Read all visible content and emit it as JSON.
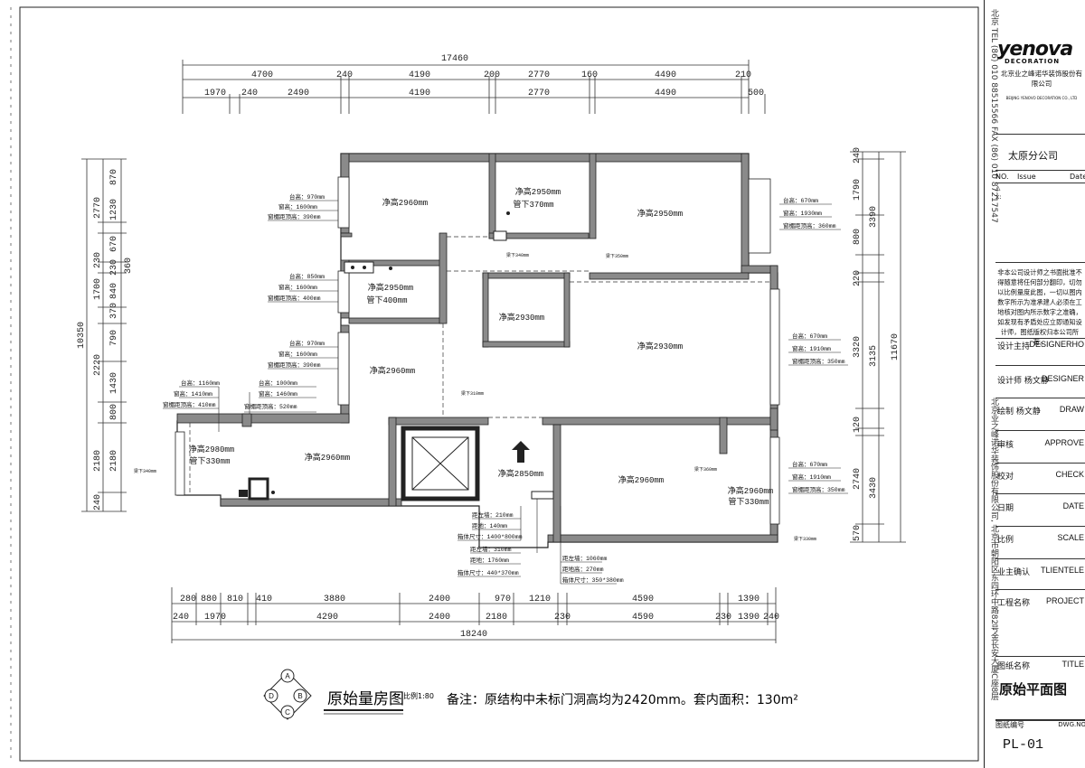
{
  "drawing": {
    "title": "原始量房图",
    "scale": "比例1:80",
    "note": "备注：原结构中未标门洞高均为2420mm。套内面积：130m²",
    "compass": [
      "A",
      "B",
      "C",
      "D"
    ]
  },
  "dimensions": {
    "top_total": "17460",
    "top_row1": [
      "4700",
      "240",
      "4190",
      "200",
      "2770",
      "160",
      "4490",
      "210"
    ],
    "top_row2": [
      "1970",
      "240",
      "2490",
      "4190",
      "2770",
      "4490",
      "500"
    ],
    "bottom_row1": [
      "280",
      "880",
      "810",
      "410",
      "3880",
      "2400",
      "970",
      "1210",
      "4590",
      "1390"
    ],
    "bottom_row2": [
      "240",
      "1970",
      "4290",
      "2400",
      "2180",
      "230",
      "4590",
      "230",
      "1390",
      "240"
    ],
    "bottom_total": "18240",
    "left_total": "10350",
    "left_row1": [
      "870",
      "2770",
      "230",
      "1700",
      "370",
      "790",
      "1430",
      "800",
      "2180",
      "240"
    ],
    "left_row2": [
      "1230",
      "670",
      "230",
      "840",
      "2220",
      "2180"
    ],
    "left_extra": "360",
    "right_total": "11670",
    "right_row1": [
      "240",
      "1790",
      "800",
      "220",
      "3320",
      "120",
      "2740",
      "570"
    ],
    "right_row2": [
      "3390",
      "3135",
      "3430"
    ]
  },
  "rooms": [
    {
      "height": "净高2960mm"
    },
    {
      "height": "净高2950mm",
      "sub": "管下370mm"
    },
    {
      "height": "净高2950mm"
    },
    {
      "height": "净高2950mm",
      "sub": "管下400mm"
    },
    {
      "height": "净高2930mm"
    },
    {
      "height": "净高2930mm"
    },
    {
      "height": "净高2960mm"
    },
    {
      "height": "净高2980mm",
      "sub": "管下330mm"
    },
    {
      "height": "净高2960mm"
    },
    {
      "height": "净高2850mm"
    },
    {
      "height": "净高2960mm"
    },
    {
      "height": "净高2960mm",
      "sub": "管下330mm"
    }
  ],
  "window_notes": {
    "w1": [
      "台高：970mm",
      "窗高：1600mm",
      "窗楣距顶高：390mm"
    ],
    "w2": [
      "台高：850mm",
      "窗高：1600mm",
      "窗楣距顶高：400mm"
    ],
    "w3": [
      "台高：970mm",
      "窗高：1600mm",
      "窗楣距顶高：390mm"
    ],
    "w4": [
      "台高：1160mm",
      "窗高：1410mm",
      "窗楣距顶高：410mm"
    ],
    "w5": [
      "台高：1000mm",
      "窗高：1460mm",
      "窗楣距顶高：520mm"
    ],
    "w6": [
      "台高：670mm",
      "窗高：1930mm",
      "窗楣距顶高：360mm"
    ],
    "w7": [
      "台高：670mm",
      "窗高：1910mm",
      "窗楣距顶高：350mm"
    ],
    "w8": [
      "台高：670mm",
      "窗高：1910mm",
      "窗楣距顶高：350mm"
    ]
  },
  "box_notes": {
    "b1": [
      "距左墙：210mm",
      "距地：140mm",
      "箱体尺寸：1400*800mm"
    ],
    "b2": [
      "距左墙：310mm",
      "距地：1760mm",
      "箱体尺寸：440*370mm"
    ],
    "b3": [
      "距左墙：1060mm",
      "距地高：270mm",
      "箱体尺寸：350*380mm"
    ]
  },
  "small_notes": [
    "梁下340mm",
    "梁下350mm",
    "梁下310mm",
    "梁下360mm",
    "梁下340mm",
    "梁下330mm"
  ],
  "title_block": {
    "logo": "yenova",
    "logo_sub": "DECORATION",
    "company": "北京业之峰诺华装饰股份有限公司",
    "company_en": "BEIJING YENOVO DECORATION CO., LTD",
    "branch": "太原分公司",
    "table_head": [
      "NO.",
      "Issue",
      "Date"
    ],
    "notice": "非本公司设计师之书面批准不得随意将任何部分翻印，切勿以比例量度此图，一切以图内数字所示为准承建人必须在工地核对图内所示数字之准确，如发现有矛盾处应立即通知设计师，图纸版权归本公司所有。",
    "rows": [
      {
        "key": "设计主持",
        "val": "DESIGNERHO"
      },
      {
        "key": "设计师 杨文静",
        "val": "DESIGNER"
      },
      {
        "key": "绘制 杨文静",
        "val": "DRAW"
      },
      {
        "key": "审核",
        "val": "APPROVE"
      },
      {
        "key": "校对",
        "val": "CHECK"
      },
      {
        "key": "日期",
        "val": "DATE"
      },
      {
        "key": "比例",
        "val": "SCALE"
      },
      {
        "key": "业主确认",
        "val": "TLIENTELE"
      },
      {
        "key": "工程名称",
        "val": "PROJECT"
      },
      {
        "key": "图纸名称",
        "val": "TITLE"
      }
    ],
    "drawing_name": "原始平面图",
    "dwg_label": "图纸编号",
    "dwg_label_en": "DWG.NO",
    "dwg_no": "PL-01",
    "vertical_address": "北京  TEL (86) 010 88515566   FAX (86) 010 87217547",
    "vertical_address2": "北京业之峰诺华装饰股份有限公司, 北京市朝阳区东四环中路82号金长安大厦C座8层"
  }
}
